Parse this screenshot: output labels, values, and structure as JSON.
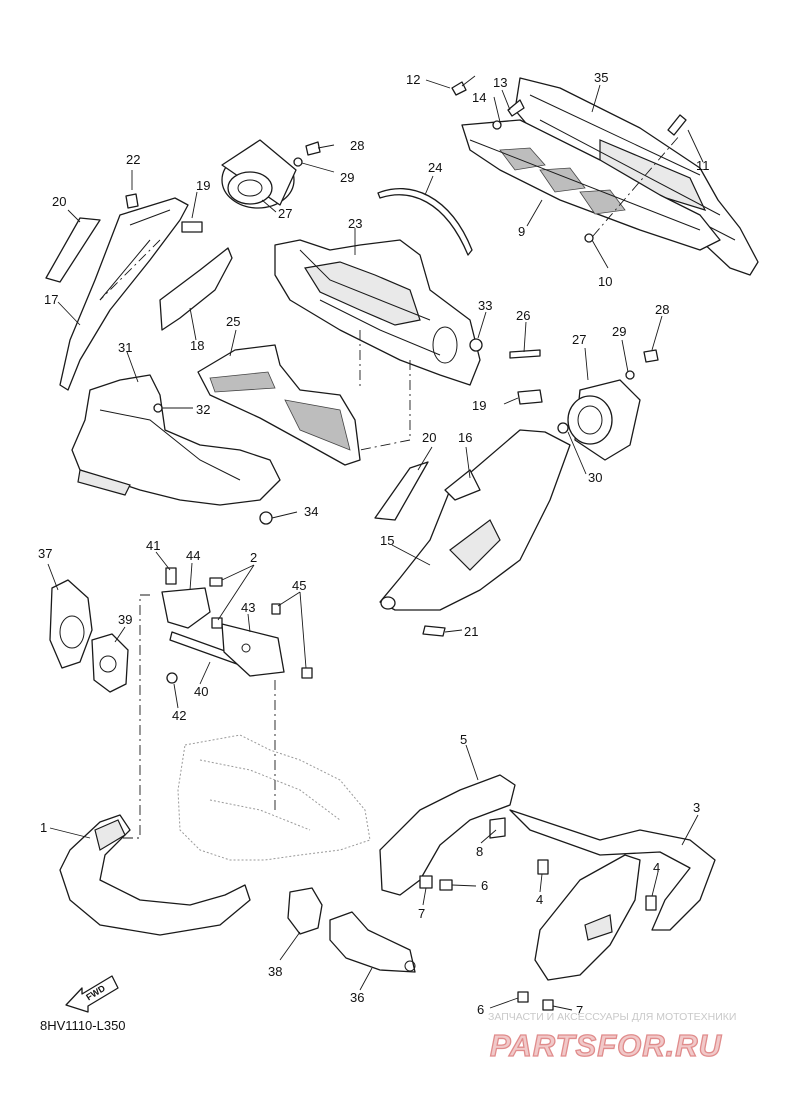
{
  "diagram": {
    "code": "8HV1110-L350",
    "fwd_label": "FWD",
    "watermark": {
      "line1": "ЗАПЧАСТИ И АКСЕССУАРЫ ДЛЯ МОТОТЕХНИКИ",
      "line2": "PARTSFOR.RU"
    },
    "callouts": [
      "1",
      "2",
      "3",
      "4",
      "4",
      "5",
      "6",
      "6",
      "7",
      "7",
      "8",
      "9",
      "10",
      "11",
      "12",
      "13",
      "14",
      "15",
      "16",
      "17",
      "18",
      "19",
      "19",
      "20",
      "20",
      "21",
      "22",
      "23",
      "24",
      "25",
      "26",
      "27",
      "27",
      "28",
      "28",
      "29",
      "29",
      "30",
      "31",
      "32",
      "33",
      "34",
      "35",
      "36",
      "37",
      "38",
      "39",
      "40",
      "41",
      "42",
      "43",
      "44",
      "45"
    ]
  }
}
